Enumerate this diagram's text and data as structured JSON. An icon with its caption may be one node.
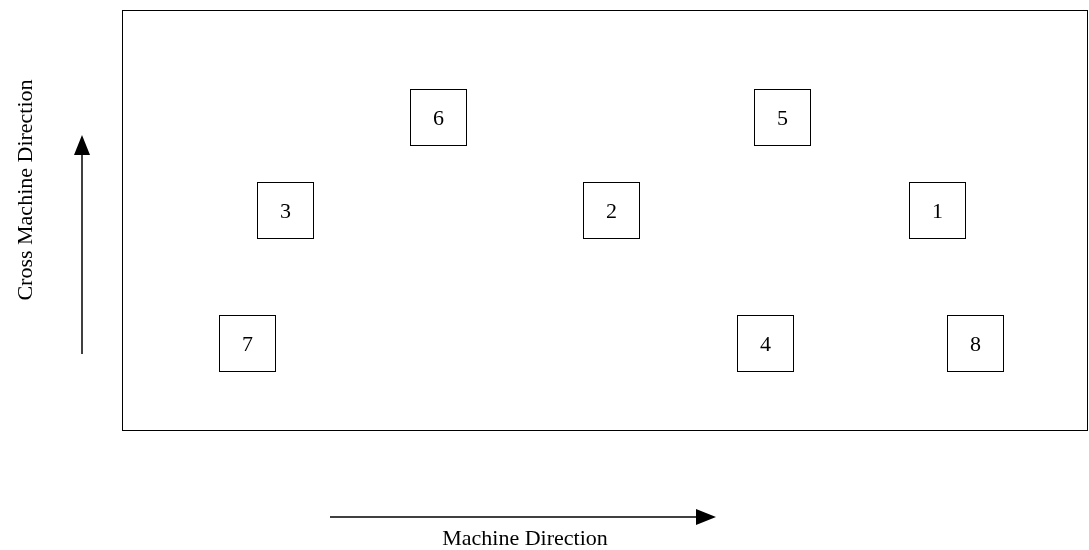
{
  "diagram": {
    "nodes": [
      {
        "text": [],
        "shape": "box"
      },
      {
        "text": [
          "6"
        ],
        "in": 0
      },
      {
        "text": [
          "5"
        ],
        "in": 0
      },
      {
        "text": [
          "3"
        ],
        "in": 0
      },
      {
        "text": [
          "2"
        ],
        "in": 0
      },
      {
        "text": [
          "1"
        ],
        "in": 0
      },
      {
        "text": [
          "7"
        ],
        "in": 0
      },
      {
        "text": [
          "4"
        ],
        "in": 0
      },
      {
        "text": [
          "8"
        ],
        "in": 0
      }
    ],
    "edges": [],
    "labels": [
      "Cross Machine Direction",
      "Machine Direction"
    ]
  }
}
